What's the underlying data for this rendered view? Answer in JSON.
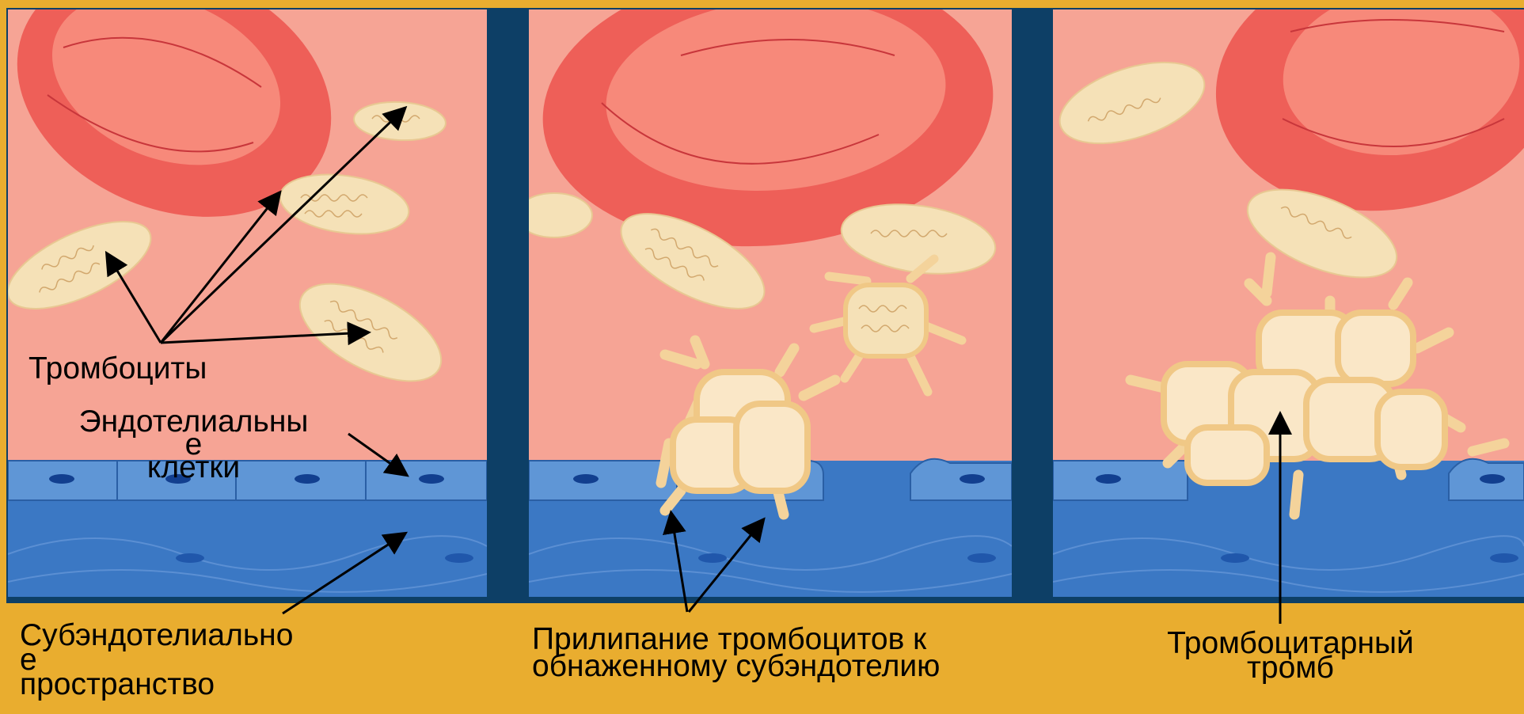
{
  "labels": {
    "platelets": "Тромбоциты",
    "endothelial_line1": "Эндотелиальны",
    "endothelial_line2": "е",
    "endothelial_line3": "клетки",
    "subendothelial_line1": "Субэндотелиально",
    "subendothelial_line2": "е",
    "subendothelial_line3": "пространство",
    "adhesion_line1": "Прилипание тромбоцитов к",
    "adhesion_line2": "обнаженному субэндотелию",
    "thrombus_line1": "Тромбоцитарный",
    "thrombus_line2": "тромб"
  },
  "colors": {
    "background": "#e9ad2f",
    "vessel_lumen": "#f6a495",
    "divider": "#0d3f66",
    "red_cell": "#f0675d",
    "red_cell_inner": "#f88a78",
    "platelet_fill": "#f5e1b7",
    "activated_platelet": "#f4d39b",
    "endothelium": "#5f96d6",
    "subendothelium": "#3b78c4"
  },
  "panels": [
    {
      "id": "resting",
      "state": "resting"
    },
    {
      "id": "adhesion",
      "state": "adhesion"
    },
    {
      "id": "thrombus",
      "state": "thrombus"
    }
  ]
}
